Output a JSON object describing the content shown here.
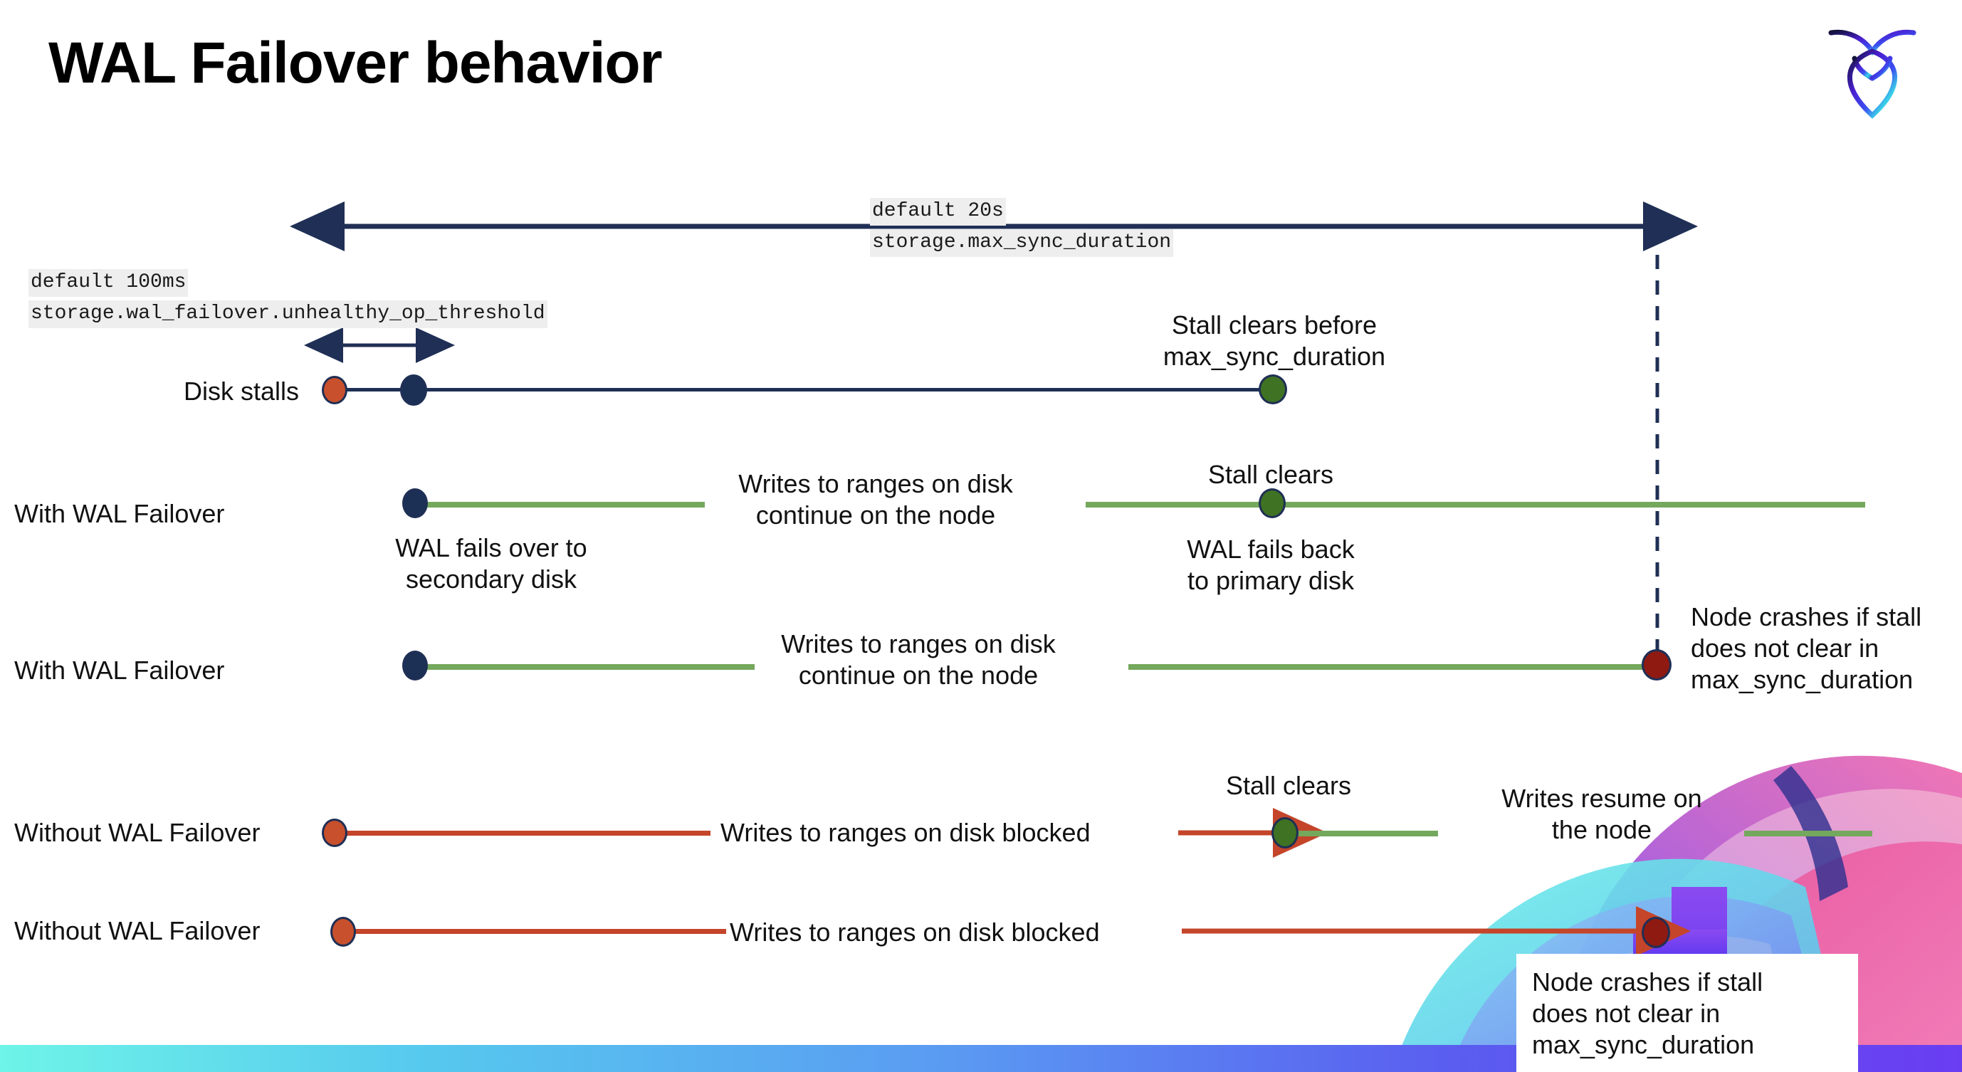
{
  "slide": {
    "title": "WAL Failover behavior",
    "logo_name": "cockroachdb-logo"
  },
  "settings": {
    "max_sync": {
      "default_label": "default 20s",
      "setting_name": "storage.max_sync_duration"
    },
    "unhealthy_op": {
      "default_label": "default 100ms",
      "setting_name": "storage.wal_failover.unhealthy_op_threshold"
    }
  },
  "rows": [
    {
      "id": "disk-stalls",
      "row_label": "Disk stalls",
      "annotations": [
        {
          "id": "stall-clears-before",
          "text": "Stall clears before\nmax_sync_duration"
        }
      ]
    },
    {
      "id": "with-wal-failover-recovers",
      "row_label": "With WAL Failover",
      "annotations": [
        {
          "id": "wal-fails-over",
          "text": "WAL fails over to\nsecondary disk"
        },
        {
          "id": "writes-continue-1",
          "text": "Writes to ranges on disk\ncontinue on the node"
        },
        {
          "id": "stall-clears-1",
          "text": "Stall clears"
        },
        {
          "id": "wal-fails-back",
          "text": "WAL fails  back\nto primary disk"
        }
      ]
    },
    {
      "id": "with-wal-failover-crash",
      "row_label": "With WAL Failover",
      "annotations": [
        {
          "id": "writes-continue-2",
          "text": "Writes to ranges on disk\ncontinue on the node"
        },
        {
          "id": "node-crashes-1",
          "text": "Node crashes if stall\ndoes not clear in\nmax_sync_duration"
        }
      ]
    },
    {
      "id": "without-wal-failover-recovers",
      "row_label": "Without WAL Failover",
      "annotations": [
        {
          "id": "writes-blocked-1",
          "text": "Writes to ranges on disk  blocked"
        },
        {
          "id": "stall-clears-2",
          "text": "Stall clears"
        },
        {
          "id": "writes-resume",
          "text": "Writes resume on\nthe node"
        }
      ]
    },
    {
      "id": "without-wal-failover-crash",
      "row_label": "Without WAL Failover",
      "annotations": [
        {
          "id": "writes-blocked-2",
          "text": "Writes to ranges on disk  blocked"
        },
        {
          "id": "node-crashes-2",
          "text": "Node crashes if stall\ndoes not clear in\nmax_sync_duration"
        }
      ]
    }
  ],
  "colors": {
    "navy": "#1f2f55",
    "orange_dot": "#c8502c",
    "green_dot": "#3f7222",
    "dark_red_dot": "#8f1a12",
    "green_line": "#74a85c",
    "red_line": "#c4452a",
    "code_chip_bg": "#eeeeee",
    "bottom_bar_from": "#6ef4e8",
    "bottom_bar_to": "#6a3df2"
  }
}
